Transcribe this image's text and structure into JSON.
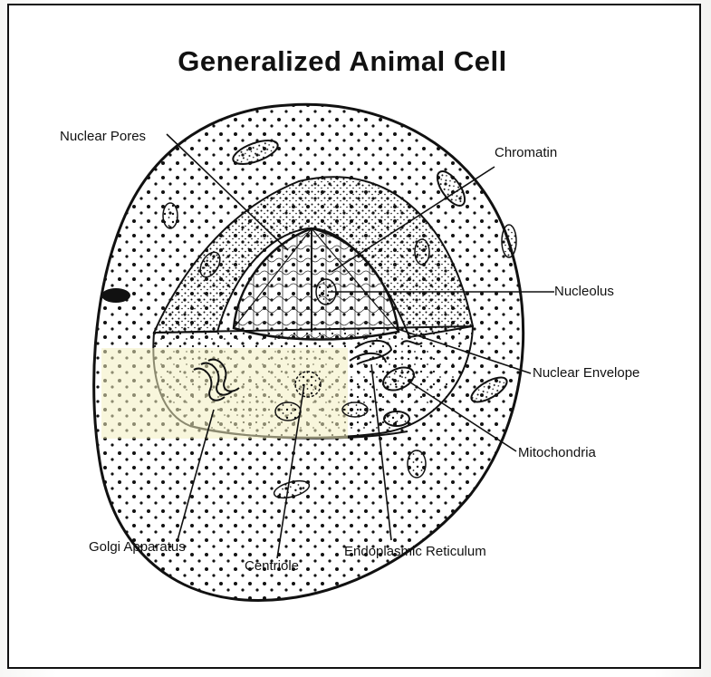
{
  "title": "Generalized Animal Cell",
  "labels": {
    "nuclear_pores": "Nuclear Pores",
    "chromatin": "Chromatin",
    "nucleolus": "Nucleolus",
    "nuclear_envelope": "Nuclear Envelope",
    "mitochondria": "Mitochondria",
    "golgi_apparatus": "Golgi Apparatus",
    "centriole": "Centriole",
    "endoplasmic_reticulum": "Endoplasmic Reticulum"
  },
  "colors": {
    "ink": "#111111",
    "paper": "#ffffff",
    "highlight": "#f2efc0"
  }
}
